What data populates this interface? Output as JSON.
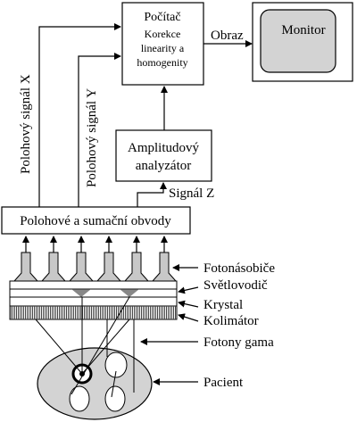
{
  "computer": {
    "title": "Počítač",
    "line1": "Korekce",
    "line2": "linearity a",
    "line3": "homogenity"
  },
  "monitor": {
    "label": "Monitor"
  },
  "image_link": {
    "label": "Obraz"
  },
  "analyzer": {
    "line1": "Amplitudový",
    "line2": "analyzátor"
  },
  "signals": {
    "x": "Polohový signál X",
    "y": "Polohový signál Y",
    "z": "Signál Z"
  },
  "summing": {
    "label": "Polohové a sumační obvody"
  },
  "labels": {
    "photomultipliers": "Fotonásobiče",
    "lightguide": "Světlovodič",
    "crystal": "Krystal",
    "collimator": "Kolimátor",
    "gamma": "Fotony gama",
    "patient": "Pacient"
  },
  "colors": {
    "patient_fill": "#d3d3d3",
    "monitor_screen": "#d3d3d3",
    "photomultiplier": "#c8c8c8",
    "light_guide": "#888888"
  }
}
